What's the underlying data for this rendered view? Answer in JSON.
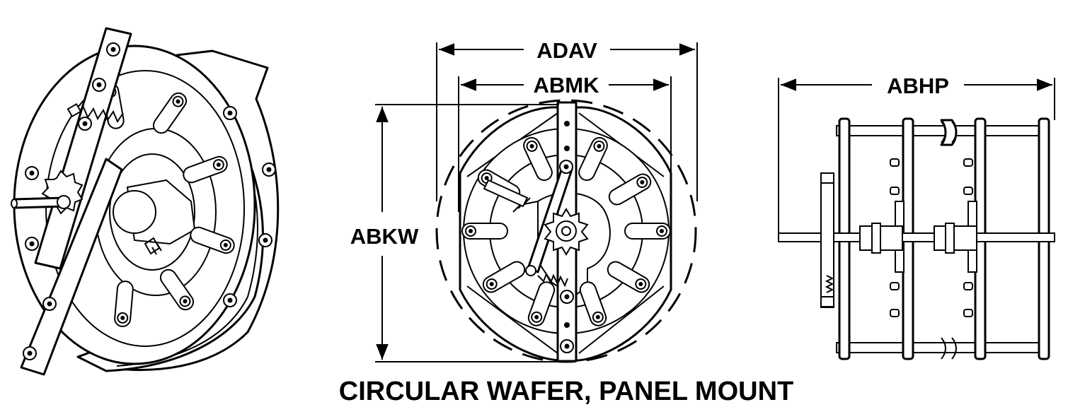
{
  "dimensions": {
    "overall_width": "ADAV",
    "mounting_width": "ABMK",
    "height": "ABKW",
    "depth": "ABHP"
  },
  "caption": "CIRCULAR WAFER, PANEL MOUNT"
}
